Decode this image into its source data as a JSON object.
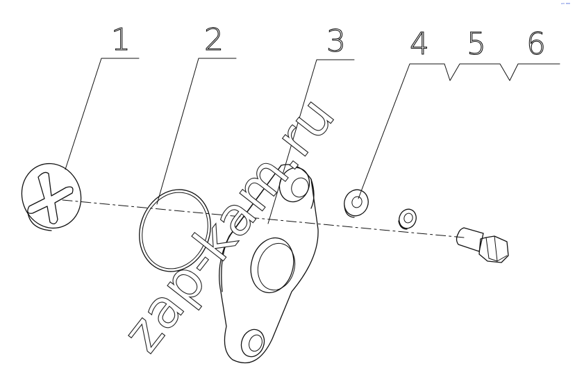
{
  "callouts": [
    {
      "label": "1"
    },
    {
      "label": "2"
    },
    {
      "label": "3"
    },
    {
      "label": "4"
    },
    {
      "label": "5"
    },
    {
      "label": "6"
    }
  ],
  "watermark": "zap-kam.ru",
  "corner_logo": "ᵉᵐ ⁰⁰⁰",
  "colors": {
    "line": "#111111",
    "background": "#ffffff",
    "logo": "#1b3fd0"
  }
}
